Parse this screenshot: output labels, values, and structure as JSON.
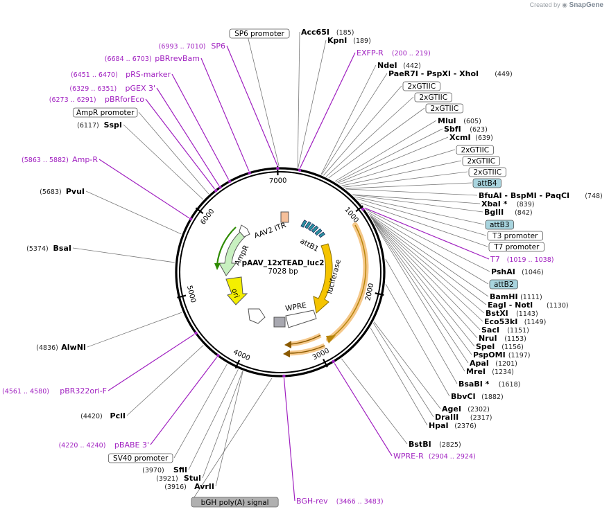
{
  "credit": {
    "prefix": "Created by",
    "brand": "SnapGene"
  },
  "plasmid": {
    "name": "pAAV_12xTEAD_luc2",
    "size": "7028 bp",
    "length": 7028
  },
  "ticks": [
    "1000",
    "2000",
    "3000",
    "4000",
    "5000",
    "6000",
    "7000"
  ],
  "features": {
    "aav2_itr": "AAV2 ITR",
    "attb1": "attB1",
    "luciferase": "luciferase",
    "wpre": "WPRE",
    "ampr": "AmpR",
    "ori": "ori"
  },
  "colors": {
    "luciferase": "#f5c400",
    "ori": "#f4ef00",
    "ampr": "#c8f0c0",
    "itr": "#f6c09a",
    "att": "#2b8fa0",
    "primer": "#a020c0",
    "highlight": "#f5c88a"
  },
  "labels": [
    {
      "kind": "boxed",
      "name": "SP6 promoter",
      "pos": ""
    },
    {
      "kind": "enzyme",
      "name": "Acc65I",
      "pos": "(185)"
    },
    {
      "kind": "enzyme",
      "name": "KpnI",
      "pos": "(189)"
    },
    {
      "kind": "primer",
      "name": "EXFP-R",
      "pos": "(200 .. 219)"
    },
    {
      "kind": "enzyme",
      "name": "NdeI",
      "pos": "(442)"
    },
    {
      "kind": "enzyme",
      "name": "PaeR7I - PspXI - XhoI",
      "pos": "(449)"
    },
    {
      "kind": "boxed",
      "name": "2xGTIIC",
      "pos": ""
    },
    {
      "kind": "boxed",
      "name": "2xGTIIC",
      "pos": ""
    },
    {
      "kind": "boxed",
      "name": "2xGTIIC",
      "pos": ""
    },
    {
      "kind": "enzyme",
      "name": "MluI",
      "pos": "(605)"
    },
    {
      "kind": "enzyme",
      "name": "SbfI",
      "pos": "(623)"
    },
    {
      "kind": "enzyme",
      "name": "XcmI",
      "pos": "(639)"
    },
    {
      "kind": "boxed",
      "name": "2xGTIIC",
      "pos": ""
    },
    {
      "kind": "boxed",
      "name": "2xGTIIC",
      "pos": ""
    },
    {
      "kind": "boxed",
      "name": "2xGTIIC",
      "pos": ""
    },
    {
      "kind": "att",
      "name": "attB4",
      "pos": ""
    },
    {
      "kind": "enzyme",
      "name": "BfuAI - BspMI - PaqCI",
      "pos": "(748)"
    },
    {
      "kind": "enzyme",
      "name": "XbaI *",
      "pos": "(839)"
    },
    {
      "kind": "enzyme",
      "name": "BglII",
      "pos": "(842)"
    },
    {
      "kind": "att",
      "name": "attB3",
      "pos": ""
    },
    {
      "kind": "boxed",
      "name": "T3 promoter",
      "pos": ""
    },
    {
      "kind": "boxed",
      "name": "T7 promoter",
      "pos": ""
    },
    {
      "kind": "primer",
      "name": "T7",
      "pos": "(1019 .. 1038)"
    },
    {
      "kind": "enzyme",
      "name": "PshAI",
      "pos": "(1046)"
    },
    {
      "kind": "att",
      "name": "attB2",
      "pos": ""
    },
    {
      "kind": "enzyme",
      "name": "BamHI",
      "pos": "(1111)"
    },
    {
      "kind": "enzyme",
      "name": "EagI - NotI",
      "pos": "(1130)"
    },
    {
      "kind": "enzyme",
      "name": "BstXI",
      "pos": "(1143)"
    },
    {
      "kind": "enzyme",
      "name": "Eco53kI",
      "pos": "(1149)"
    },
    {
      "kind": "enzyme",
      "name": "SacI",
      "pos": "(1151)"
    },
    {
      "kind": "enzyme",
      "name": "NruI",
      "pos": "(1153)"
    },
    {
      "kind": "enzyme",
      "name": "SpeI",
      "pos": "(1156)"
    },
    {
      "kind": "enzyme",
      "name": "PspOMI",
      "pos": "(1197)"
    },
    {
      "kind": "enzyme",
      "name": "ApaI",
      "pos": "(1201)"
    },
    {
      "kind": "enzyme",
      "name": "MreI",
      "pos": "(1234)"
    },
    {
      "kind": "enzyme",
      "name": "BsaBI *",
      "pos": "(1618)"
    },
    {
      "kind": "enzyme",
      "name": "BbvCI",
      "pos": "(1882)"
    },
    {
      "kind": "enzyme",
      "name": "AgeI",
      "pos": "(2302)"
    },
    {
      "kind": "enzyme",
      "name": "DraIII",
      "pos": "(2317)"
    },
    {
      "kind": "enzyme",
      "name": "HpaI",
      "pos": "(2376)"
    },
    {
      "kind": "enzyme",
      "name": "BstBI",
      "pos": "(2825)"
    },
    {
      "kind": "primer",
      "name": "WPRE-R",
      "pos": "(2904 .. 2924)"
    },
    {
      "kind": "primer",
      "name": "BGH-rev",
      "pos": "(3466 .. 3483)"
    },
    {
      "kind": "boxed-grey",
      "name": "bGH poly(A) signal",
      "pos": ""
    },
    {
      "kind": "enzyme",
      "name": "AvrII",
      "pos": "(3916)"
    },
    {
      "kind": "enzyme",
      "name": "StuI",
      "pos": "(3921)"
    },
    {
      "kind": "enzyme",
      "name": "SfiI",
      "pos": "(3970)"
    },
    {
      "kind": "boxed",
      "name": "SV40 promoter",
      "pos": ""
    },
    {
      "kind": "primer",
      "name": "pBABE 3'",
      "pos": "(4220 .. 4240)"
    },
    {
      "kind": "enzyme",
      "name": "PciI",
      "pos": "(4420)"
    },
    {
      "kind": "primer",
      "name": "pBR322ori-F",
      "pos": "(4561 .. 4580)"
    },
    {
      "kind": "enzyme",
      "name": "AlwNI",
      "pos": "(4836)"
    },
    {
      "kind": "enzyme",
      "name": "BsaI",
      "pos": "(5374)"
    },
    {
      "kind": "enzyme",
      "name": "PvuI",
      "pos": "(5683)"
    },
    {
      "kind": "primer",
      "name": "Amp-R",
      "pos": "(5863 .. 5882)"
    },
    {
      "kind": "enzyme",
      "name": "SspI",
      "pos": "(6117)"
    },
    {
      "kind": "boxed",
      "name": "AmpR promoter",
      "pos": ""
    },
    {
      "kind": "primer",
      "name": "pBRforEco",
      "pos": "(6273 .. 6291)"
    },
    {
      "kind": "primer",
      "name": "pGEX 3'",
      "pos": "(6329 .. 6351)"
    },
    {
      "kind": "primer",
      "name": "pRS-marker",
      "pos": "(6451 .. 6470)"
    },
    {
      "kind": "primer",
      "name": "pBRrevBam",
      "pos": "(6684 .. 6703)"
    },
    {
      "kind": "primer",
      "name": "SP6",
      "pos": "(6993 .. 7010)"
    }
  ]
}
